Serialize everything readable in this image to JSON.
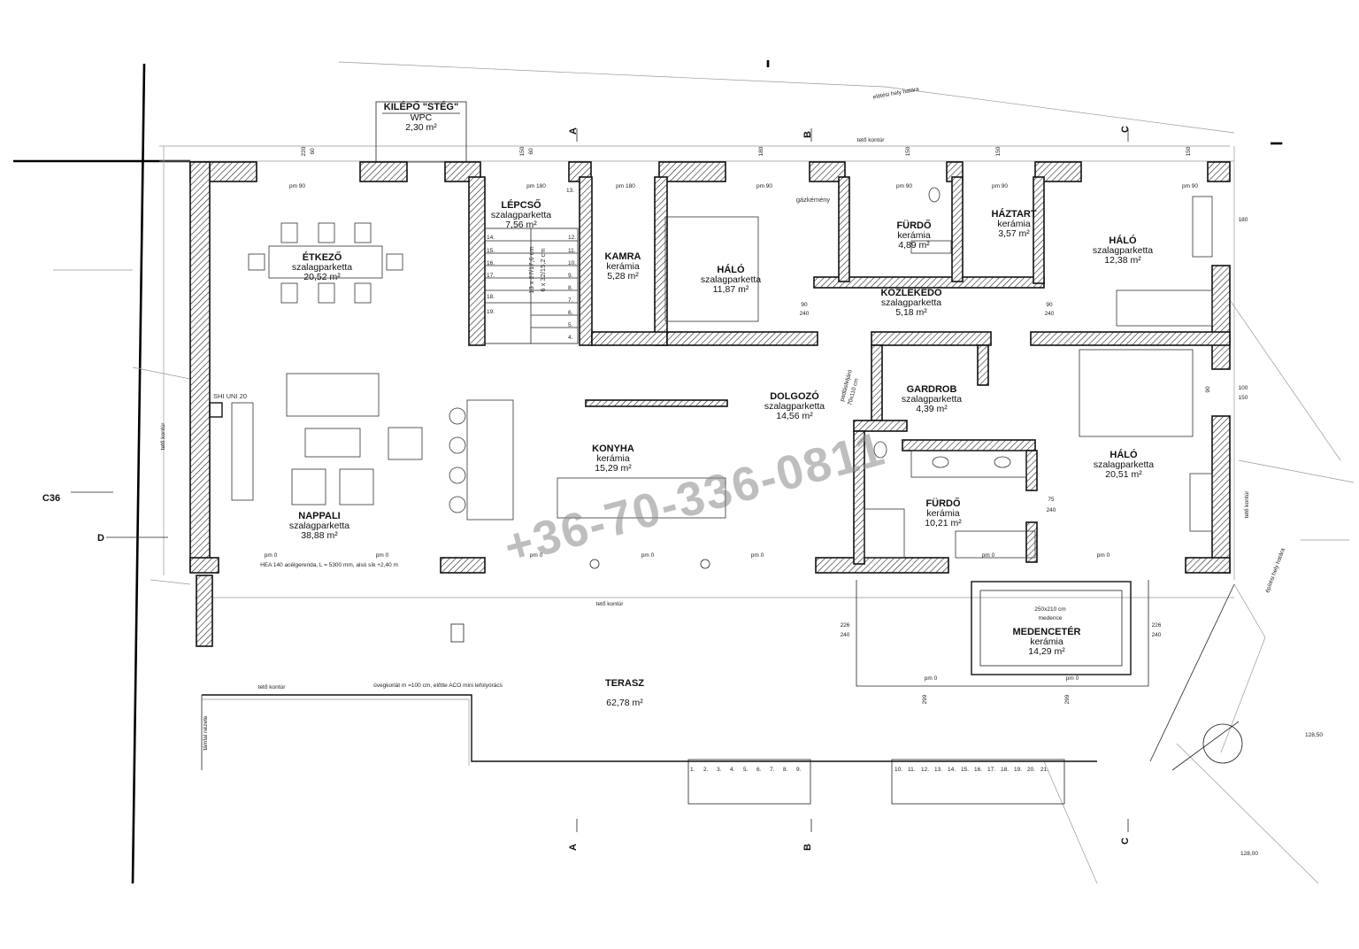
{
  "rooms": {
    "kilepo": {
      "name": "KILÉPŐ \"STÉG\"",
      "mat": "WPC",
      "area": "2,30 m²"
    },
    "etkezo": {
      "name": "ÉTKEZŐ",
      "mat": "szalagparketta",
      "area": "20,52 m²"
    },
    "lepcso": {
      "name": "LÉPCSŐ",
      "mat": "szalagparketta",
      "area": "7,56 m²"
    },
    "kamra": {
      "name": "KAMRA",
      "mat": "kerámia",
      "area": "5,28 m²"
    },
    "halo1": {
      "name": "HÁLÓ",
      "mat": "szalagparketta",
      "area": "11,87 m²"
    },
    "furdo1": {
      "name": "FÜRDŐ",
      "mat": "kerámia",
      "area": "4,89 m²"
    },
    "haztart": {
      "name": "HÁZTART",
      "mat": "kerámia",
      "area": "3,57 m²"
    },
    "halo2": {
      "name": "HÁLÓ",
      "mat": "szalagparketta",
      "area": "12,38 m²"
    },
    "kozlekedo": {
      "name": "KÖZLEKEDŐ",
      "mat": "szalagparketta",
      "area": "5,18 m²"
    },
    "dolgozo": {
      "name": "DOLGOZÓ",
      "mat": "szalagparketta",
      "area": "14,56 m²"
    },
    "gardrob": {
      "name": "GARDROB",
      "mat": "szalagparketta",
      "area": "4,39 m²"
    },
    "halo3": {
      "name": "HÁLÓ",
      "mat": "szalagparketta",
      "area": "20,51 m²"
    },
    "konyha": {
      "name": "KONYHA",
      "mat": "kerámia",
      "area": "15,29 m²"
    },
    "furdo2": {
      "name": "FÜRDŐ",
      "mat": "kerámia",
      "area": "10,21 m²"
    },
    "nappali": {
      "name": "NAPPALI",
      "mat": "szalagparketta",
      "area": "38,88 m²"
    },
    "medencet": {
      "name": "MEDENCETÉR",
      "mat": "kerámia",
      "area": "14,29 m²"
    },
    "terasz": {
      "name": "TERASZ",
      "mat": "",
      "area": "62,78 m²"
    }
  },
  "notes": {
    "stair_dims": "13 x 27/17,6 cm",
    "stair_dims2": "6 x 32/15,2 cm",
    "gazkemeny": "gázkémény",
    "shi": "SHI UNI 20",
    "beam": "HEA 140 acélgerenda, L = 5300 mm, alsó sík +2,40 m",
    "glass": "üvegkorlát m =100 cm, előtte ACO mini lefolyórács",
    "pool": "250x210 cm",
    "pool2": "medence",
    "tamfal": "támfal nézete",
    "elotes1": "elötési hely határa",
    "elotes2": "építési hely határa",
    "teto": "tető kontúr",
    "level1": "128,50",
    "level2": "128,00",
    "c36": "C36",
    "d": "D",
    "padlas": "padlásfeljáró",
    "padlas2": "70x110 cm"
  },
  "watermark": "+36-70-336-0811",
  "sections": [
    "A",
    "B",
    "C"
  ],
  "dims": {
    "pm90": "pm 90",
    "pm180": "pm 180",
    "pm0": "pm 0",
    "d220": "220",
    "d150": "150",
    "d60": "60",
    "d180": "180",
    "d240": "240",
    "d90": "90",
    "d75": "75",
    "d100": "100",
    "d226": "226",
    "d299": "299"
  },
  "stair_left": [
    "14.",
    "15.",
    "16.",
    "17.",
    "18.",
    "19."
  ],
  "stair_right": [
    "13.",
    "12.",
    "11.",
    "10.",
    "9.",
    "8.",
    "7.",
    "6.",
    "5.",
    "4."
  ],
  "steps_bottom_a": [
    "1.",
    "2.",
    "3.",
    "4.",
    "5.",
    "6.",
    "7.",
    "8.",
    "9."
  ],
  "steps_bottom_b": [
    "10.",
    "11.",
    "12.",
    "13.",
    "14.",
    "15.",
    "16.",
    "17.",
    "18.",
    "19.",
    "20.",
    "21."
  ]
}
